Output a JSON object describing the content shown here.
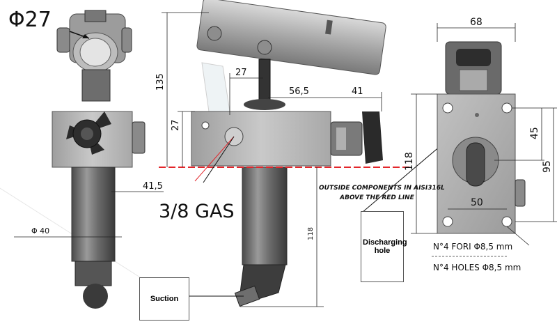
{
  "left_view": {
    "pipe_diameter": "Φ27",
    "offset_dim": "41,5",
    "body_diameter": "Φ 40"
  },
  "middle_view": {
    "height_dim": "135",
    "upper_dim": "27",
    "side_dim": "27",
    "width_dim_1": "56,5",
    "width_dim_2": "41",
    "vertical_dim": "118",
    "port_label": "3/8 GAS",
    "note_line1": "OUTSIDE COMPONENTS IN AISI316L",
    "note_line2": "ABOVE THE RED LINE",
    "suction_label": "Suction"
  },
  "right_view": {
    "top_width": "68",
    "height_dim": "118",
    "dim_45": "45",
    "dim_95": "95",
    "dim_50": "50",
    "holes_it": "N°4 FORI Φ8,5 mm",
    "holes_en": "N°4 HOLES Φ8,5 mm",
    "discharging_label": "Discharging hole"
  },
  "colors": {
    "red_line": "#e3262b",
    "metal_light": "#c8c8c8",
    "metal_dark": "#5a5a5a",
    "knob": "#2a2a2a"
  }
}
